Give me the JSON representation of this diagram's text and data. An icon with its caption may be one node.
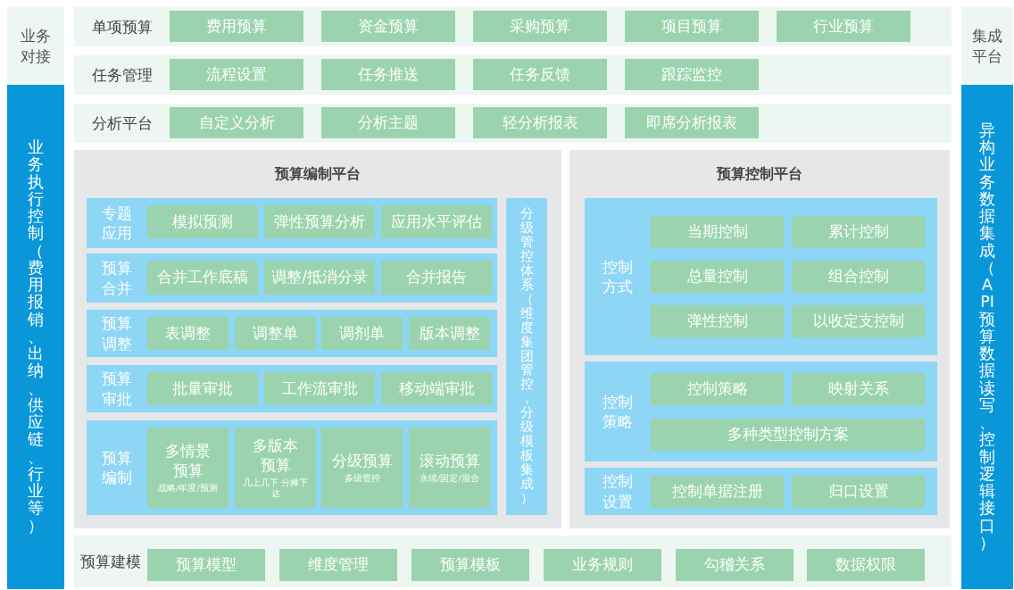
{
  "diagram": {
    "nodes": [
      {
        "text": [
          "业务对接"
        ]
      },
      {
        "text": [
          "业务执行控制（费用报销、出纳、供应链、行业等）"
        ]
      },
      {
        "text": [
          "单项预算"
        ]
      },
      {
        "text": [
          "费用预算"
        ],
        "in": 2
      },
      {
        "text": [
          "资金预算"
        ],
        "in": 2
      },
      {
        "text": [
          "采购预算"
        ],
        "in": 2
      },
      {
        "text": [
          "项目预算"
        ],
        "in": 2
      },
      {
        "text": [
          "行业预算"
        ],
        "in": 2
      },
      {
        "text": [
          "任务管理"
        ]
      },
      {
        "text": [
          "流程设置"
        ],
        "in": 8
      },
      {
        "text": [
          "任务推送"
        ],
        "in": 8
      },
      {
        "text": [
          "任务反馈"
        ],
        "in": 8
      },
      {
        "text": [
          "跟踪监控"
        ],
        "in": 8
      },
      {
        "text": [
          "分析平台"
        ]
      },
      {
        "text": [
          "自定义分析"
        ],
        "in": 13
      },
      {
        "text": [
          "分析主题"
        ],
        "in": 13
      },
      {
        "text": [
          "轻分析报表"
        ],
        "in": 13
      },
      {
        "text": [
          "即席分析报表"
        ],
        "in": 13
      },
      {
        "text": [
          "预算编制平台"
        ]
      },
      {
        "text": [
          "专题应用"
        ],
        "in": 18
      },
      {
        "text": [
          "模拟预测"
        ],
        "in": 19
      },
      {
        "text": [
          "弹性预算分析"
        ],
        "in": 19
      },
      {
        "text": [
          "应用水平评估"
        ],
        "in": 19
      },
      {
        "text": [
          "预算合并"
        ],
        "in": 18
      },
      {
        "text": [
          "合并工作底稿"
        ],
        "in": 23
      },
      {
        "text": [
          "调整/抵消分录"
        ],
        "in": 23
      },
      {
        "text": [
          "合并报告"
        ],
        "in": 23
      },
      {
        "text": [
          "预算调整"
        ],
        "in": 18
      },
      {
        "text": [
          "表调整"
        ],
        "in": 27
      },
      {
        "text": [
          "调整单"
        ],
        "in": 27
      },
      {
        "text": [
          "调剂单"
        ],
        "in": 27
      },
      {
        "text": [
          "版本调整"
        ],
        "in": 27
      },
      {
        "text": [
          "预算审批"
        ],
        "in": 18
      },
      {
        "text": [
          "批量审批"
        ],
        "in": 32
      },
      {
        "text": [
          "工作流审批"
        ],
        "in": 32
      },
      {
        "text": [
          "移动端审批"
        ],
        "in": 32
      },
      {
        "text": [
          "预算编制"
        ],
        "in": 18
      },
      {
        "text": [
          "多情景预算",
          "战略/年度/预测"
        ],
        "in": 36
      },
      {
        "text": [
          "多版本预算",
          "几上几下 分摊下达"
        ],
        "in": 36
      },
      {
        "text": [
          "分级预算",
          "多级管控"
        ],
        "in": 36
      },
      {
        "text": [
          "滚动预算",
          "永续/固定/混合"
        ],
        "in": 36
      },
      {
        "text": [
          "分级管控体系（维度集团管控，分级模板集成）"
        ],
        "in": 18
      },
      {
        "text": [
          "预算控制平台"
        ]
      },
      {
        "text": [
          "控制方式"
        ],
        "in": 42
      },
      {
        "text": [
          "当期控制"
        ],
        "in": 43
      },
      {
        "text": [
          "累计控制"
        ],
        "in": 43
      },
      {
        "text": [
          "总量控制"
        ],
        "in": 43
      },
      {
        "text": [
          "组合控制"
        ],
        "in": 43
      },
      {
        "text": [
          "弹性控制"
        ],
        "in": 43
      },
      {
        "text": [
          "以收定支控制"
        ],
        "in": 43
      },
      {
        "text": [
          "控制策略"
        ],
        "in": 42
      },
      {
        "text": [
          "控制策略"
        ],
        "in": 50
      },
      {
        "text": [
          "映射关系"
        ],
        "in": 50
      },
      {
        "text": [
          "多种类型控制方案"
        ],
        "in": 50
      },
      {
        "text": [
          "控制设置"
        ],
        "in": 42
      },
      {
        "text": [
          "控制单据注册"
        ],
        "in": 54
      },
      {
        "text": [
          "归口设置"
        ],
        "in": 54
      },
      {
        "text": [
          "预算建模"
        ]
      },
      {
        "text": [
          "预算模型"
        ],
        "in": 57
      },
      {
        "text": [
          "维度管理"
        ],
        "in": 57
      },
      {
        "text": [
          "预算模板"
        ],
        "in": 57
      },
      {
        "text": [
          "业务规则"
        ],
        "in": 57
      },
      {
        "text": [
          "勾稽关系"
        ],
        "in": 57
      },
      {
        "text": [
          "数据权限"
        ],
        "in": 57
      },
      {
        "text": [
          "集成平台"
        ]
      },
      {
        "text": [
          "异构业务数据集成（API预算数据读写、控制逻辑接口）"
        ]
      }
    ]
  }
}
